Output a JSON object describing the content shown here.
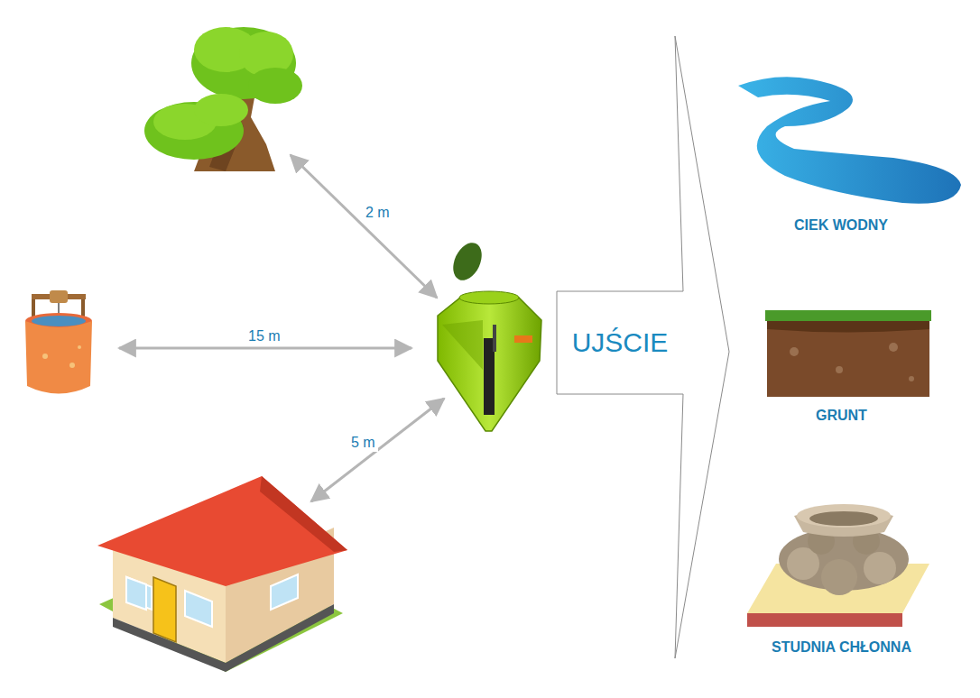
{
  "diagram": {
    "nodes": [
      {
        "text": [
          "UJŚCIE"
        ]
      }
    ],
    "labels": [
      "2 m",
      "15 m",
      "5 m",
      "CIEK WODNY",
      "GRUNT",
      "STUDNIA CHŁONNA"
    ]
  }
}
